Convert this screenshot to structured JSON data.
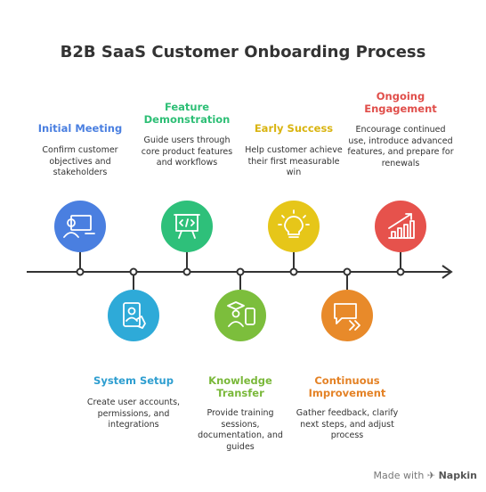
{
  "title": "B2B SaaS Customer Onboarding Process",
  "steps": [
    {
      "title": "Initial Meeting",
      "desc": "Confirm customer objectives and stakeholders",
      "color": "#4a7fe0",
      "title_color": "#4a7fe0",
      "icon": "presentation-meeting-icon"
    },
    {
      "title": "System Setup",
      "desc": "Create user accounts, permissions, and integrations",
      "color": "#2eaad8",
      "title_color": "#2e9ed0",
      "icon": "user-id-card-icon"
    },
    {
      "title": "Feature Demonstration",
      "desc": "Guide users through core product features and workflows",
      "color": "#2ec07a",
      "title_color": "#2ebf76",
      "icon": "code-board-icon"
    },
    {
      "title": "Knowledge Transfer",
      "desc": "Provide training sessions, documentation, and guides",
      "color": "#7cbe3c",
      "title_color": "#7ab83a",
      "icon": "graduate-device-icon"
    },
    {
      "title": "Early Success",
      "desc": "Help customer achieve their first measurable win",
      "color": "#e6c619",
      "title_color": "#d9b410",
      "icon": "lightbulb-icon"
    },
    {
      "title": "Continuous Improvement",
      "desc": "Gather feedback, clarify next steps, and adjust process",
      "color": "#e88a2a",
      "title_color": "#e48226",
      "icon": "chat-forward-icon"
    },
    {
      "title": "Ongoing Engagement",
      "desc": "Encourage continued use, introduce advanced features, and prepare for renewals",
      "color": "#e6524c",
      "title_color": "#e04e4a",
      "icon": "growth-chart-icon"
    }
  ],
  "watermark": {
    "prefix": "Made with",
    "brand": "Napkin"
  }
}
